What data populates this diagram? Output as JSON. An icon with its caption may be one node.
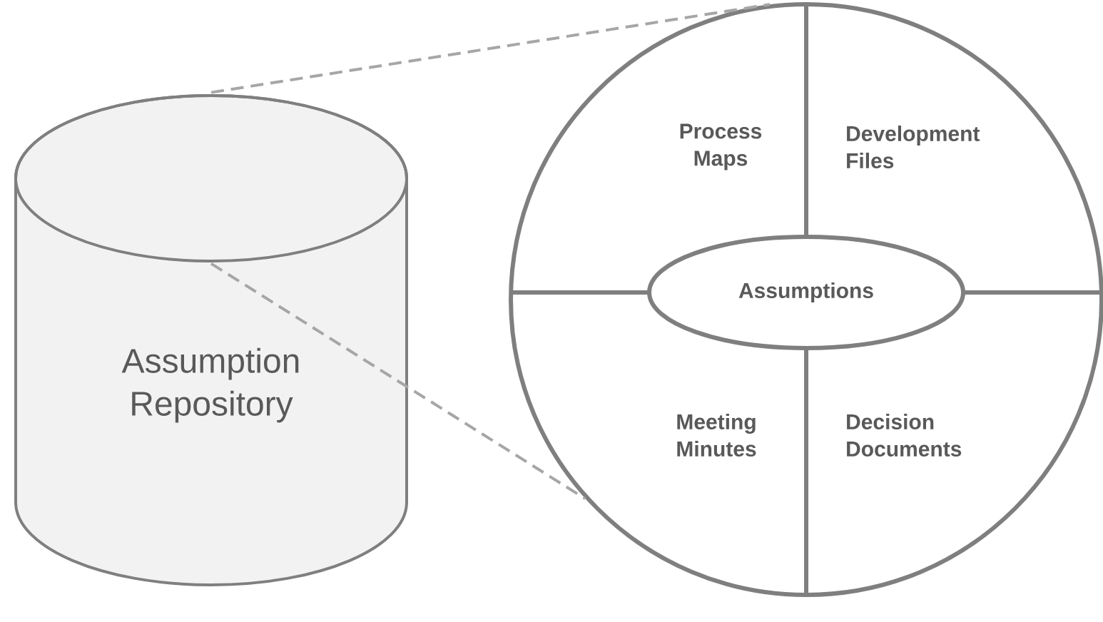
{
  "diagram": {
    "nodes": [
      {
        "text": [
          "Assumption Repository"
        ]
      },
      {
        "text": [],
        "shape": "circle"
      },
      {
        "text": [
          "Process Maps"
        ],
        "in": 1
      },
      {
        "text": [
          "Development Files"
        ],
        "in": 1
      },
      {
        "text": [
          "Assumptions"
        ],
        "in": 1
      },
      {
        "text": [
          "Meeting Minutes"
        ],
        "in": 1
      },
      {
        "text": [
          "Decision Documents"
        ],
        "in": 1
      }
    ],
    "edges": [
      {
        "from": 0,
        "to": 1,
        "arrow": "none",
        "style": "dashed",
        "color": "#a6a6a6"
      },
      {
        "from": 0,
        "to": 1,
        "arrow": "none",
        "style": "dashed",
        "color": "#a6a6a6"
      }
    ]
  }
}
